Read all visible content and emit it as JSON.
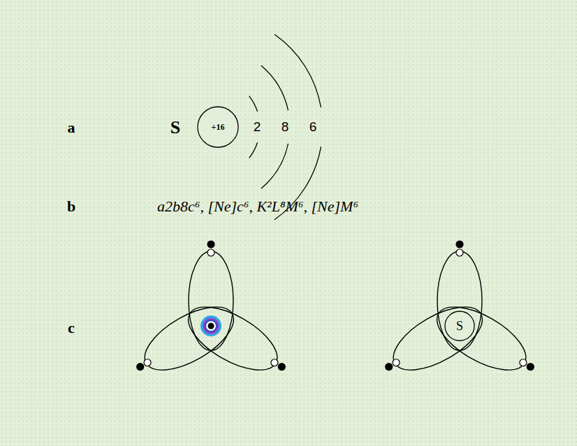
{
  "diagram": {
    "nodes": [
      {
        "text": [
          "+16"
        ]
      },
      {
        "text": [
          "S"
        ]
      }
    ],
    "labels": [
      "a",
      "S",
      "2",
      "8",
      "6",
      "b",
      "a2b8c⁶, [Ne]c⁶, K²L⁸M⁶, [Ne]M⁶",
      "c"
    ]
  }
}
